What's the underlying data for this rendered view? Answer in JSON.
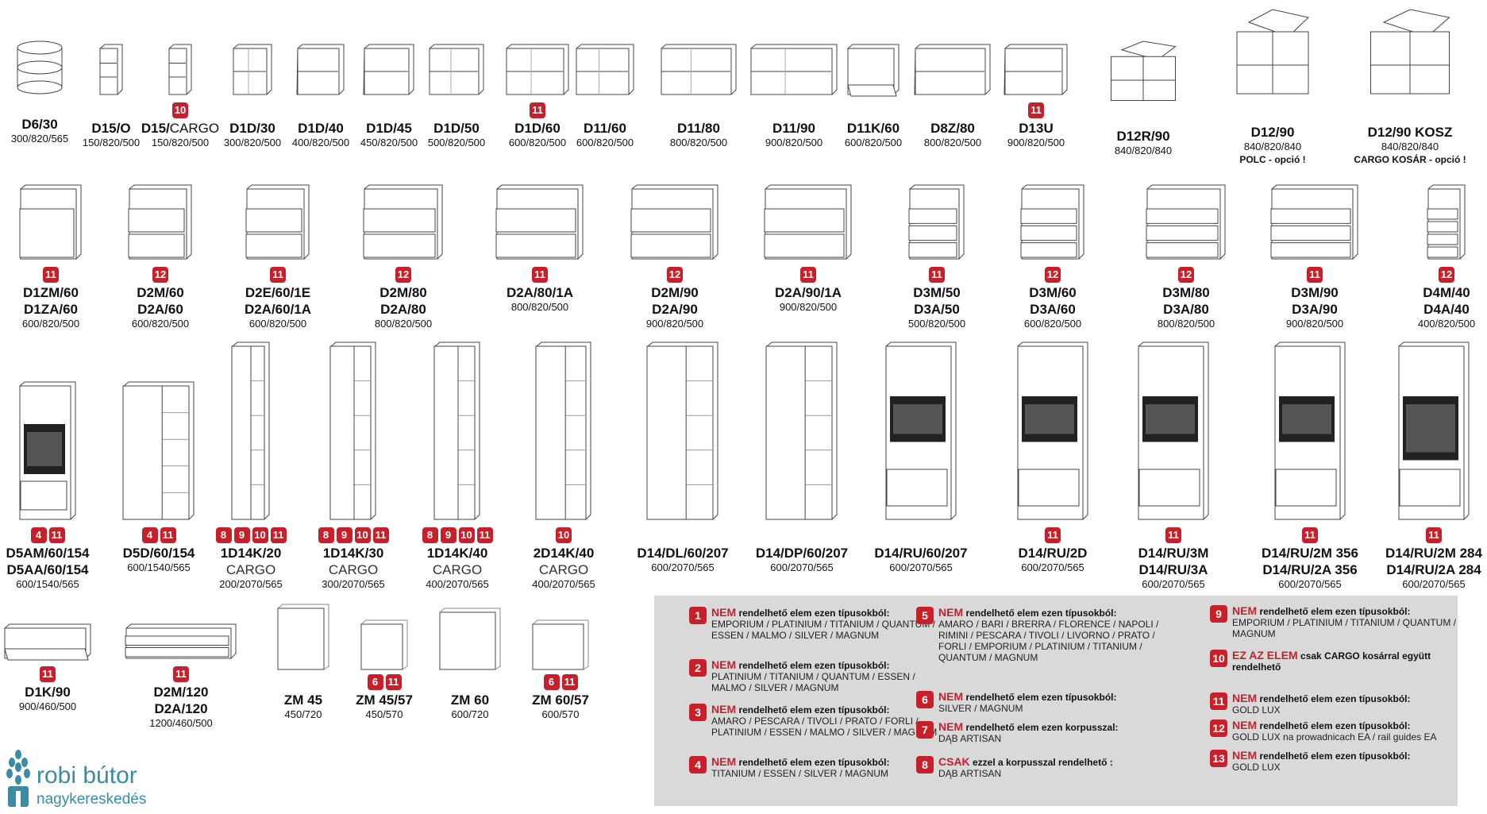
{
  "cabinets": [
    {
      "id": "c1",
      "code": "D6/30",
      "dims": "300/820/565",
      "badges": []
    },
    {
      "id": "c2",
      "code": "D15/O",
      "dims": "150/820/500",
      "badges": []
    },
    {
      "id": "c3",
      "code": "D15/",
      "code_sub": "CARGO",
      "dims": "150/820/500",
      "badges": [
        "10"
      ]
    },
    {
      "id": "c4",
      "code": "D1D/30",
      "dims": "300/820/500",
      "badges": []
    },
    {
      "id": "c5",
      "code": "D1D/40",
      "dims": "400/820/500",
      "badges": []
    },
    {
      "id": "c6",
      "code": "D1D/45",
      "dims": "450/820/500",
      "badges": []
    },
    {
      "id": "c7",
      "code": "D1D/50",
      "dims": "500/820/500",
      "badges": []
    },
    {
      "id": "c8",
      "code": "D1D/60",
      "dims": "600/820/500",
      "badges": [
        "11"
      ]
    },
    {
      "id": "c9",
      "code": "D11/60",
      "dims": "600/820/500",
      "badges": []
    },
    {
      "id": "c10",
      "code": "D11/80",
      "dims": "800/820/500",
      "badges": []
    },
    {
      "id": "c11",
      "code": "D11/90",
      "dims": "900/820/500",
      "badges": []
    },
    {
      "id": "c12",
      "code": "D11K/60",
      "dims": "600/820/500",
      "badges": []
    },
    {
      "id": "c13",
      "code": "D8Z/80",
      "dims": "800/820/500",
      "badges": []
    },
    {
      "id": "c14",
      "code": "D13U",
      "dims": "900/820/500",
      "badges": [
        "11"
      ]
    },
    {
      "id": "c15",
      "code": "D12R/90",
      "dims": "840/820/840",
      "badges": []
    },
    {
      "id": "c16",
      "code": "D12/90",
      "dims": "840/820/840",
      "note": "POLC - opció !",
      "badges": []
    },
    {
      "id": "c17",
      "code": "D12/90 KOSZ",
      "dims": "840/820/840",
      "note": "CARGO KOSÁR - opció !",
      "badges": []
    },
    {
      "id": "c18",
      "code": "D1ZM/60",
      "code2": "D1ZA/60",
      "dims": "600/820/500",
      "badges": [
        "11"
      ]
    },
    {
      "id": "c19",
      "code": "D2M/60",
      "code2": "D2A/60",
      "dims": "600/820/500",
      "badges": [
        "12"
      ]
    },
    {
      "id": "c20",
      "code": "D2E/60/1E",
      "code2": "D2A/60/1A",
      "dims": "600/820/500",
      "badges": [
        "11"
      ]
    },
    {
      "id": "c21",
      "code": "D2M/80",
      "code2": "D2A/80",
      "dims": "800/820/500",
      "badges": [
        "12"
      ]
    },
    {
      "id": "c22",
      "code": "D2A/80/1A",
      "dims": "800/820/500",
      "badges": [
        "11"
      ]
    },
    {
      "id": "c23",
      "code": "D2M/90",
      "code2": "D2A/90",
      "dims": "900/820/500",
      "badges": [
        "12"
      ]
    },
    {
      "id": "c24",
      "code": "D2A/90/1A",
      "dims": "900/820/500",
      "badges": [
        "11"
      ]
    },
    {
      "id": "c25",
      "code": "D3M/50",
      "code2": "D3A/50",
      "dims": "500/820/500",
      "badges": [
        "11"
      ]
    },
    {
      "id": "c26",
      "code": "D3M/60",
      "code2": "D3A/60",
      "dims": "600/820/500",
      "badges": [
        "12"
      ]
    },
    {
      "id": "c27",
      "code": "D3M/80",
      "code2": "D3A/80",
      "dims": "800/820/500",
      "badges": [
        "12"
      ]
    },
    {
      "id": "c28",
      "code": "D3M/90",
      "code2": "D3A/90",
      "dims": "900/820/500",
      "badges": [
        "11"
      ]
    },
    {
      "id": "c29",
      "code": "D4M/40",
      "code2": "D4A/40",
      "dims": "400/820/500",
      "badges": [
        "12"
      ]
    },
    {
      "id": "c30",
      "code": "D5AM/60/154",
      "code2": "D5AA/60/154",
      "dims": "600/1540/565",
      "badges": [
        "4",
        "11"
      ]
    },
    {
      "id": "c31",
      "code": "D5D/60/154",
      "dims": "600/1540/565",
      "badges": [
        "4",
        "11"
      ]
    },
    {
      "id": "c32",
      "code": "1D14K/20",
      "sub": "CARGO",
      "dims": "200/2070/565",
      "badges": [
        "8",
        "9",
        "10",
        "11"
      ]
    },
    {
      "id": "c33",
      "code": "1D14K/30",
      "sub": "CARGO",
      "dims": "300/2070/565",
      "badges": [
        "8",
        "9",
        "10",
        "11"
      ]
    },
    {
      "id": "c34",
      "code": "1D14K/40",
      "sub": "CARGO",
      "dims": "400/2070/565",
      "badges": [
        "8",
        "9",
        "10",
        "11"
      ]
    },
    {
      "id": "c35",
      "code": "2D14K/40",
      "sub": "CARGO",
      "dims": "400/2070/565",
      "badges": [
        "10"
      ]
    },
    {
      "id": "c36",
      "code": "D14/DL/60/207",
      "dims": "600/2070/565",
      "badges": []
    },
    {
      "id": "c37",
      "code": "D14/DP/60/207",
      "dims": "600/2070/565",
      "badges": []
    },
    {
      "id": "c38",
      "code": "D14/RU/60/207",
      "dims": "600/2070/565",
      "badges": []
    },
    {
      "id": "c39",
      "code": "D14/RU/2D",
      "dims": "600/2070/565",
      "badges": [
        "11"
      ]
    },
    {
      "id": "c40",
      "code": "D14/RU/3M",
      "code2": "D14/RU/3A",
      "dims": "600/2070/565",
      "badges": [
        "11"
      ]
    },
    {
      "id": "c41",
      "code": "D14/RU/2M 356",
      "code2": "D14/RU/2A 356",
      "dims": "600/2070/565",
      "badges": [
        "11"
      ]
    },
    {
      "id": "c42",
      "code": "D14/RU/2M 284",
      "code2": "D14/RU/2A 284",
      "dims": "600/2070/565",
      "badges": [
        "11"
      ]
    },
    {
      "id": "c43",
      "code": "D1K/90",
      "dims": "900/460/500",
      "badges": [
        "11"
      ]
    },
    {
      "id": "c44",
      "code": "D2M/120",
      "code2": "D2A/120",
      "dims": "1200/460/500",
      "badges": [
        "11"
      ]
    },
    {
      "id": "c45",
      "code": "ZM 45",
      "dims": "450/720",
      "badges": []
    },
    {
      "id": "c46",
      "code": "ZM 45/57",
      "dims": "450/570",
      "badges": [
        "6",
        "11"
      ]
    },
    {
      "id": "c47",
      "code": "ZM 60",
      "dims": "600/720",
      "badges": []
    },
    {
      "id": "c48",
      "code": "ZM 60/57",
      "dims": "600/570",
      "badges": [
        "6",
        "11"
      ]
    }
  ],
  "legend": [
    {
      "num": "1",
      "red": "NEM",
      "head": " rendelhető elem ezen típusokból:",
      "body": "EMPORIUM / PLATINIUM / TITANIUM / QUANTUM / ESSEN / MALMO / SILVER / MAGNUM"
    },
    {
      "num": "2",
      "red": "NEM",
      "head": " rendelhető elem ezen típusokból:",
      "body": "PLATINIUM / TITANIUM / QUANTUM / ESSEN / MALMO / SILVER / MAGNUM"
    },
    {
      "num": "3",
      "red": "NEM",
      "head": " rendelhető elem ezen típusokból:",
      "body": "AMARO / PESCARA / TIVOLI / PRATO / FORLI / PLATINIUM / ESSEN / MALMO / SILVER / MAGNUM"
    },
    {
      "num": "4",
      "red": "NEM",
      "head": " rendelhető elem ezen típusokból:",
      "body": "TITANIUM / ESSEN / SILVER / MAGNUM"
    },
    {
      "num": "5",
      "red": "NEM",
      "head": " rendelhető elem ezen típusokból:",
      "body": "AMARO / BARI / BRERRA / FLORENCE / NAPOLI / RIMINI / PESCARA / TIVOLI / LIVORNO / PRATO / FORLI / EMPORIUM / PLATINIUM / TITANIUM / QUANTUM / MAGNUM"
    },
    {
      "num": "6",
      "red": "NEM",
      "head": " rendelhető elem ezen típusokból:",
      "body": "SILVER / MAGNUM"
    },
    {
      "num": "7",
      "red": "NEM",
      "head": " rendelhető elem ezen korpusszal:",
      "body": "DĄB ARTISAN"
    },
    {
      "num": "8",
      "red": "CSAK",
      "head": " ezzel a korpusszal rendelhető :",
      "body": "DĄB ARTISAN"
    },
    {
      "num": "9",
      "red": "NEM",
      "head": " rendelhető elem ezen típusokból:",
      "body": "EMPORIUM / PLATINIUM / TITANIUM / QUANTUM / MAGNUM"
    },
    {
      "num": "10",
      "red": "EZ AZ ELEM",
      "head": " csak CARGO kosárral együtt rendelhető",
      "body": ""
    },
    {
      "num": "11",
      "red": "NEM",
      "head": " rendelhető elem ezen típusokból:",
      "body": "GOLD LUX"
    },
    {
      "num": "12",
      "red": "NEM",
      "head": " rendelhető elem ezen típusokból:",
      "body": "GOLD LUX na prowadnicach EA / rail guides EA"
    },
    {
      "num": "13",
      "red": "NEM",
      "head": " rendelhető elem ezen típusokból:",
      "body": "GOLD LUX"
    }
  ],
  "logo": {
    "line1": "robi bútor",
    "line2": "nagykereskedés"
  },
  "colors": {
    "badge": "#c8202a",
    "legend_bg": "#d9d9d9",
    "logo": "#3a8ca6"
  }
}
